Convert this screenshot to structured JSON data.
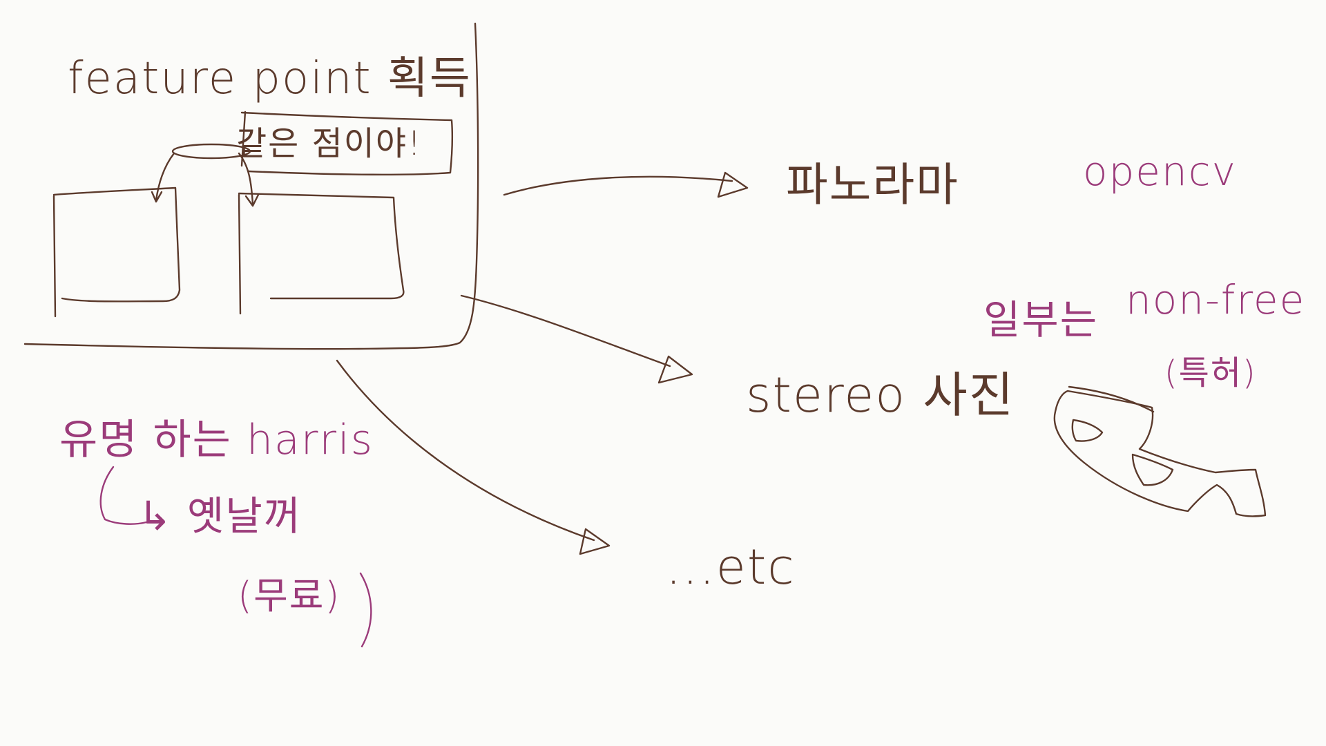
{
  "colors": {
    "ink_brown": "#5b3a2c",
    "ink_purple": "#9b3b7a",
    "paper": "#fbfbf9"
  },
  "main_box": {
    "title": "feature point 획득",
    "callout": "같은 점이야!"
  },
  "targets": [
    {
      "id": "panorama",
      "text": "파노라마"
    },
    {
      "id": "stereo",
      "text": "stereo 사진"
    },
    {
      "id": "etc",
      "text": "...etc"
    }
  ],
  "notes": {
    "opencv": "opencv",
    "some_are": "일부는",
    "non_free": "non-free",
    "patent": "(특허)",
    "famous_harris": "유명 하는 harris",
    "old_one": "↳ 옛날꺼",
    "free": "(무료)"
  },
  "icons": [
    "eye-mask-icon"
  ]
}
